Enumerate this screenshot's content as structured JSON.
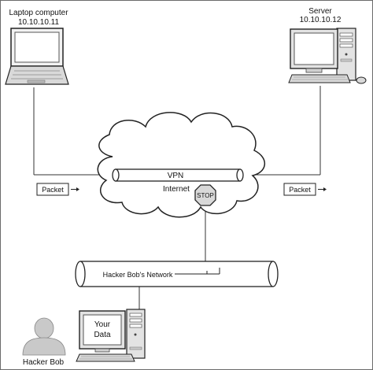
{
  "laptop": {
    "label": "Laptop computer",
    "ip": "10.10.10.11"
  },
  "server": {
    "label": "Server",
    "ip": "10.10.10.12"
  },
  "vpn": {
    "label": "VPN"
  },
  "internet": {
    "label": "Internet"
  },
  "stop_sign": {
    "label": "STOP"
  },
  "packet_left": {
    "label": "Packet"
  },
  "packet_right": {
    "label": "Packet"
  },
  "hacker_network": {
    "label": "Hacker Bob's Network"
  },
  "hacker_pc": {
    "screen_line1": "Your",
    "screen_line2": "Data"
  },
  "hacker": {
    "label": "Hacker Bob"
  },
  "colors": {
    "stop_fill": "#d9d9d9",
    "pipe_fill": "#ffffff",
    "person_fill": "#c9c9c9",
    "device_fill": "#e3e3e3"
  }
}
